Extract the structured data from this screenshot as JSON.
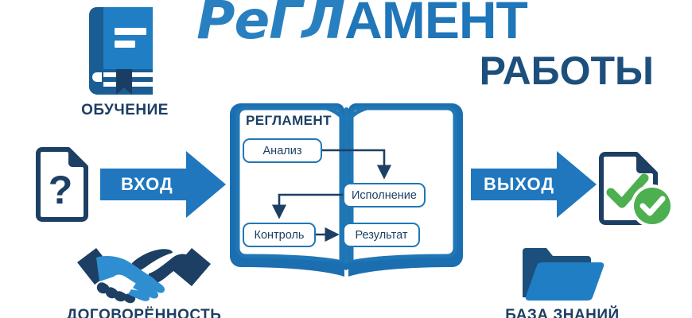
{
  "title": {
    "line1_script": "РеГЛ",
    "line1_bold": "АМЕНТ",
    "line2": "РАБОТЫ",
    "script_color": "#2980c0",
    "bold_color": "#1f76b8",
    "line2_color": "#1d4f7c"
  },
  "book": {
    "heading": "РЕГЛАМЕНТ",
    "border_color": "#2077b5",
    "spine_color": "#1b6fb0",
    "boxes": [
      {
        "id": "analiz",
        "label": "Анализ"
      },
      {
        "id": "ispolnenie",
        "label": "Исполнение"
      },
      {
        "id": "kontrol",
        "label": "Контроль"
      },
      {
        "id": "rezultat",
        "label": "Результат"
      }
    ],
    "flow_order": [
      "Анализ",
      "Исполнение",
      "Контроль",
      "Результат"
    ]
  },
  "arrows": {
    "input": {
      "label": "ВХОД",
      "color": "#2077bd",
      "text_color": "#ffffff"
    },
    "output": {
      "label": "ВЫХОД",
      "color": "#2077bd",
      "text_color": "#ffffff"
    }
  },
  "icons": {
    "training": {
      "name": "book-icon",
      "label": "ОБУЧЕНИЕ",
      "color": "#1f7ec4",
      "accent": "#1a5c94"
    },
    "question": {
      "name": "document-question-icon",
      "label": "",
      "color": "#1d3f63"
    },
    "approved": {
      "name": "document-check-icon",
      "label": "",
      "color": "#1d3f63",
      "check_color": "#4caf50"
    },
    "agreement": {
      "name": "handshake-icon",
      "label": "ДОГОВОРЁННОСТЬ",
      "color": "#1d3f63",
      "accent": "#2e7fc0"
    },
    "knowledge": {
      "name": "folder-icon",
      "label": "БАЗА ЗНАНИЙ",
      "color": "#1d4f7c",
      "accent": "#1f7ec4"
    }
  },
  "palette": {
    "navy": "#1d3f63",
    "blue": "#2077bd",
    "light_blue": "#2e8ed0",
    "green": "#4caf50",
    "white": "#ffffff"
  }
}
